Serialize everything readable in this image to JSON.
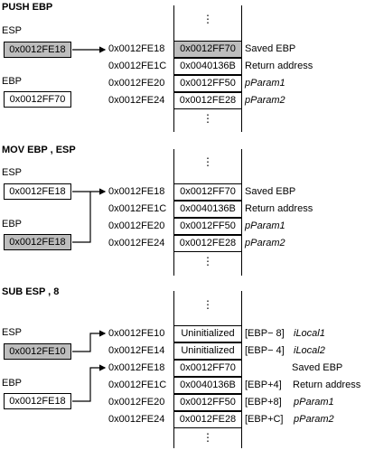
{
  "sections": [
    {
      "title": "PUSH  EBP",
      "esp_label": "ESP",
      "esp_value": "0x0012FE18",
      "ebp_label": "EBP",
      "ebp_value": "0x0012FF70",
      "rows": [
        {
          "addr": "0x0012FE18",
          "value": "0x0012FF70",
          "offset": "",
          "label": "Saved EBP",
          "italic": false
        },
        {
          "addr": "0x0012FE1C",
          "value": "0x0040136B",
          "offset": "",
          "label": "Return address",
          "italic": false
        },
        {
          "addr": "0x0012FE20",
          "value": "0x0012FF50",
          "offset": "",
          "label": "pParam1",
          "italic": true
        },
        {
          "addr": "0x0012FE24",
          "value": "0x0012FE28",
          "offset": "",
          "label": "pParam2",
          "italic": true
        }
      ]
    },
    {
      "title": "MOV   EBP , ESP",
      "esp_label": "ESP",
      "esp_value": "0x0012FE18",
      "ebp_label": "EBP",
      "ebp_value": "0x0012FE18",
      "rows": [
        {
          "addr": "0x0012FE18",
          "value": "0x0012FF70",
          "offset": "",
          "label": "Saved EBP",
          "italic": false
        },
        {
          "addr": "0x0012FE1C",
          "value": "0x0040136B",
          "offset": "",
          "label": "Return address",
          "italic": false
        },
        {
          "addr": "0x0012FE20",
          "value": "0x0012FF50",
          "offset": "",
          "label": "pParam1",
          "italic": true
        },
        {
          "addr": "0x0012FE24",
          "value": "0x0012FE28",
          "offset": "",
          "label": "pParam2",
          "italic": true
        }
      ]
    },
    {
      "title": "SUB    ESP , 8",
      "esp_label": "ESP",
      "esp_value": "0x0012FE10",
      "ebp_label": "EBP",
      "ebp_value": "0x0012FE18",
      "rows": [
        {
          "addr": "0x0012FE10",
          "value": "Uninitialized",
          "offset": "[EBP− 8]",
          "label": "iLocal1",
          "italic": true
        },
        {
          "addr": "0x0012FE14",
          "value": "Uninitialized",
          "offset": "[EBP− 4]",
          "label": "iLocal2",
          "italic": true
        },
        {
          "addr": "0x0012FE18",
          "value": "0x0012FF70",
          "offset": "",
          "label": "Saved EBP",
          "italic": false
        },
        {
          "addr": "0x0012FE1C",
          "value": "0x0040136B",
          "offset": "[EBP+4]",
          "label": "Return address",
          "italic": false
        },
        {
          "addr": "0x0012FE20",
          "value": "0x0012FF50",
          "offset": "[EBP+8]",
          "label": "pParam1",
          "italic": true
        },
        {
          "addr": "0x0012FE24",
          "value": "0x0012FE28",
          "offset": "[EBP+C]",
          "label": "pParam2",
          "italic": true
        }
      ]
    }
  ],
  "dots": "⋮"
}
